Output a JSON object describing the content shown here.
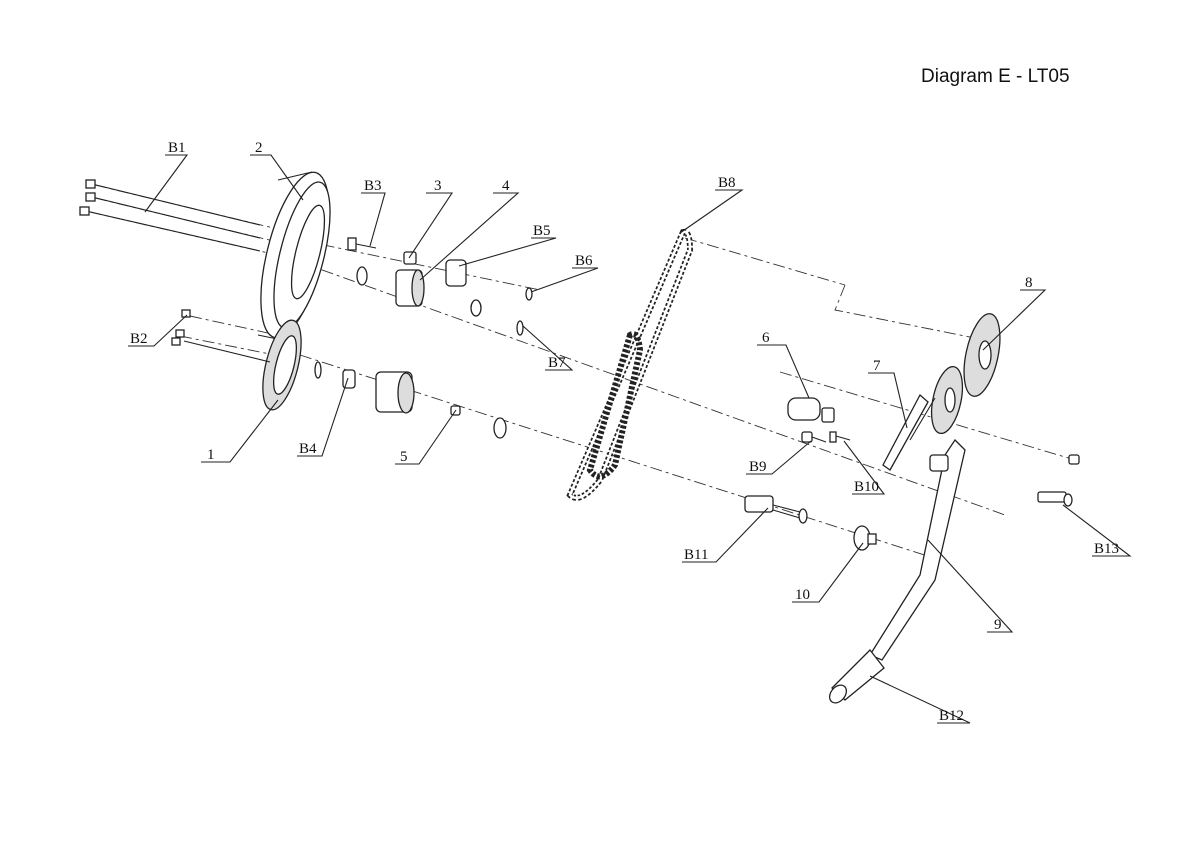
{
  "title": "Diagram E - LT05",
  "labels": {
    "b1": "B1",
    "b2": "B2",
    "b3": "B3",
    "b4": "B4",
    "b5": "B5",
    "b6": "B6",
    "b7": "B7",
    "b8": "B8",
    "b9": "B9",
    "b10": "B10",
    "b11": "B11",
    "b12": "B12",
    "b13": "B13",
    "p1": "1",
    "p2": "2",
    "p3": "3",
    "p4": "4",
    "p5": "5",
    "p6": "6",
    "p7": "7",
    "p8": "8",
    "p9": "9",
    "p10": "10"
  }
}
